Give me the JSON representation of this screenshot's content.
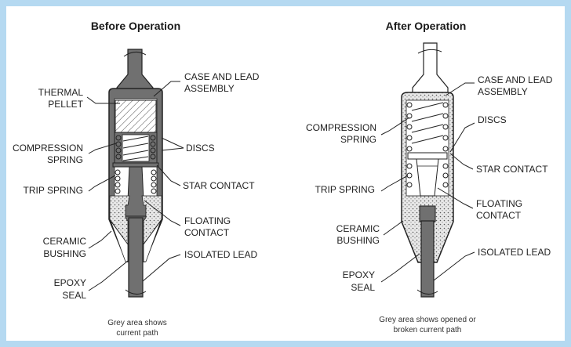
{
  "left_panel": {
    "title": "Before Operation",
    "labels": {
      "thermal_pellet": [
        "THERMAL",
        "PELLET"
      ],
      "compression_spring": [
        "COMPRESSION",
        "SPRING"
      ],
      "trip_spring": "TRIP SPRING",
      "ceramic_bushing": [
        "CERAMIC",
        "BUSHING"
      ],
      "epoxy_seal": [
        "EPOXY",
        "SEAL"
      ],
      "case_and_lead_assembly": [
        "CASE AND LEAD",
        "ASSEMBLY"
      ],
      "discs": "DISCS",
      "star_contact": "STAR CONTACT",
      "floating_contact": [
        "FLOATING",
        "CONTACT"
      ],
      "isolated_lead": "ISOLATED LEAD"
    },
    "caption": [
      "Grey area shows",
      "current path"
    ]
  },
  "right_panel": {
    "title": "After Operation",
    "labels": {
      "compression_spring": [
        "COMPRESSION",
        "SPRING"
      ],
      "trip_spring": "TRIP SPRING",
      "ceramic_bushing": [
        "CERAMIC",
        "BUSHING"
      ],
      "epoxy_seal": [
        "EPOXY",
        "SEAL"
      ],
      "case_and_lead_assembly": [
        "CASE AND LEAD",
        "ASSEMBLY"
      ],
      "discs": "DISCS",
      "star_contact": "STAR CONTACT",
      "floating_contact": [
        "FLOATING",
        "CONTACT"
      ],
      "isolated_lead": "ISOLATED LEAD"
    },
    "caption": [
      "Grey area shows opened or",
      "broken current path"
    ]
  },
  "colors": {
    "background": "#b5d9f1",
    "panel": "#ffffff",
    "grey_path": "#707070",
    "text": "#222222"
  }
}
